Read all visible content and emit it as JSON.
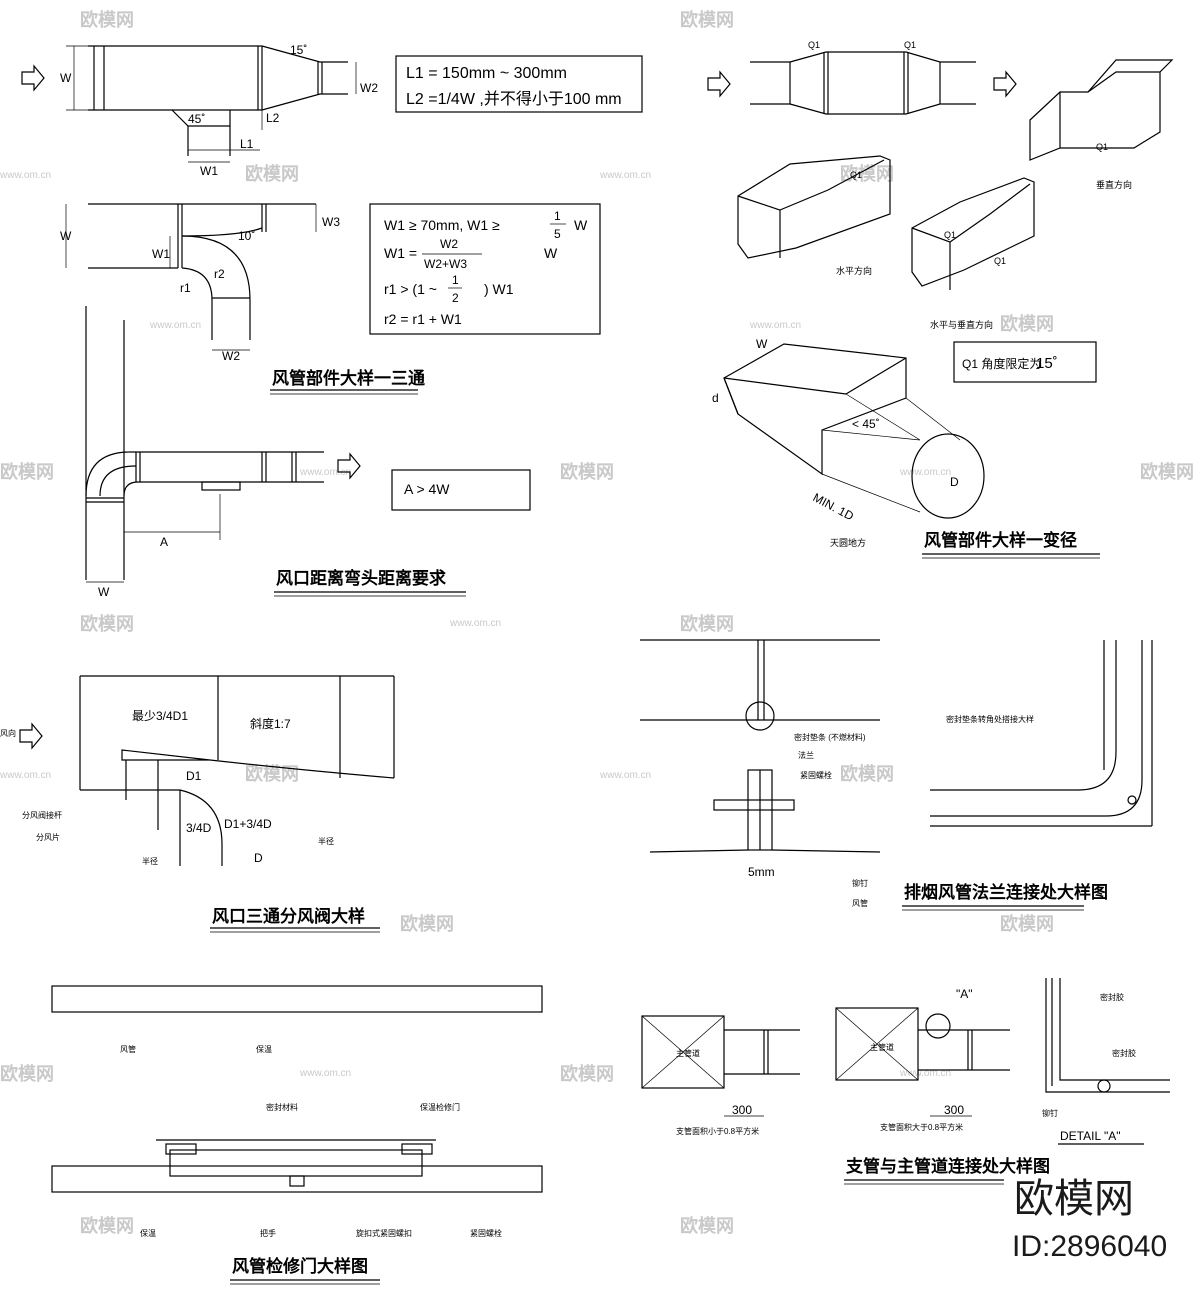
{
  "formula_box_1": {
    "line1": "L1 = 150mm ~ 300mm",
    "line2": "L2 =1/4W ,并不得小于100 mm"
  },
  "formula_box_2": {
    "line1": "W1 ≥ 70mm, W1 ≥",
    "line1_frac_num": "1",
    "line1_frac_den": "5",
    "line1_tail": "W",
    "line2_lhs": "W1 =",
    "line2_num": "W2",
    "line2_den": "W2+W3",
    "line2_tail": "W",
    "line3": "r1 > (1 ~",
    "line3_frac_num": "1",
    "line3_frac_den": "2",
    "line3_tail": ") W1",
    "line4": "r2 = r1 + W1"
  },
  "box_a": "A > 4W",
  "box_q1": {
    "text": "Q1 角度限定为",
    "value": "15˚"
  },
  "titles": {
    "tee": "风管部件大样一三通",
    "elbow": "风口距离弯头距离要求",
    "reducer": "风管部件大样一变径",
    "damper": "风口三通分风阀大样",
    "flange": "排烟风管法兰连接处大样图",
    "access": "风管检修门大样图",
    "branch": "支管与主管道连接处大样图"
  },
  "labels": {
    "W": "W",
    "W1": "W1",
    "W2": "W2",
    "W3": "W3",
    "L1": "L1",
    "L2": "L2",
    "a15": "15˚",
    "a45": "45˚",
    "a10": "10˚",
    "r1": "r1",
    "r2": "r2",
    "A": "A",
    "Q1": "Q1",
    "horizontal": "水平方向",
    "vertical": "垂直方向",
    "both": "水平与垂直方向",
    "d": "d",
    "D": "D",
    "min1d": "MIN. 1D",
    "sq_round": "天圆地方",
    "a45b": "< 45˚",
    "wind_dir": "风向",
    "min34": "最少3/4D1",
    "slope": "斜度1:7",
    "D1": "D1",
    "d34": "3/4D",
    "d1_34": "D1+3/4D",
    "rod": "分风阀接杆",
    "blade": "分风片",
    "radius": "半径",
    "radius2": "半径",
    "seal_strip": "密封垫条 (不燃材料)",
    "flange": "法兰",
    "fastener": "紧固螺栓",
    "5mm": "5mm",
    "rivet": "铆钉",
    "duct": "风管",
    "seal_corner": "密封垫条转角处搭接大样",
    "duct2": "风管",
    "insul": "保温",
    "seal_mat": "密封材料",
    "access_door": "保温检修门",
    "insul2": "保温",
    "handle": "把手",
    "knob": "旋扣式紧固螺扣",
    "fix_bolt": "紧固螺栓",
    "main1": "主管道",
    "main2": "主管道",
    "300a": "300",
    "300b": "300",
    "branch_small": "支管面积小于0.8平方米",
    "branch_large": "支管面积大于0.8平方米",
    "A_mark": "\"A\"",
    "seal_strip2": "密封胶",
    "seal_strip3": "密封胶",
    "rivet2": "铆钉",
    "detail_a": "DETAIL \"A\""
  },
  "watermark": {
    "text": "欧模网",
    "url": "www.om.cn"
  },
  "brand": {
    "name": "欧模网",
    "id": "ID:2896040"
  }
}
